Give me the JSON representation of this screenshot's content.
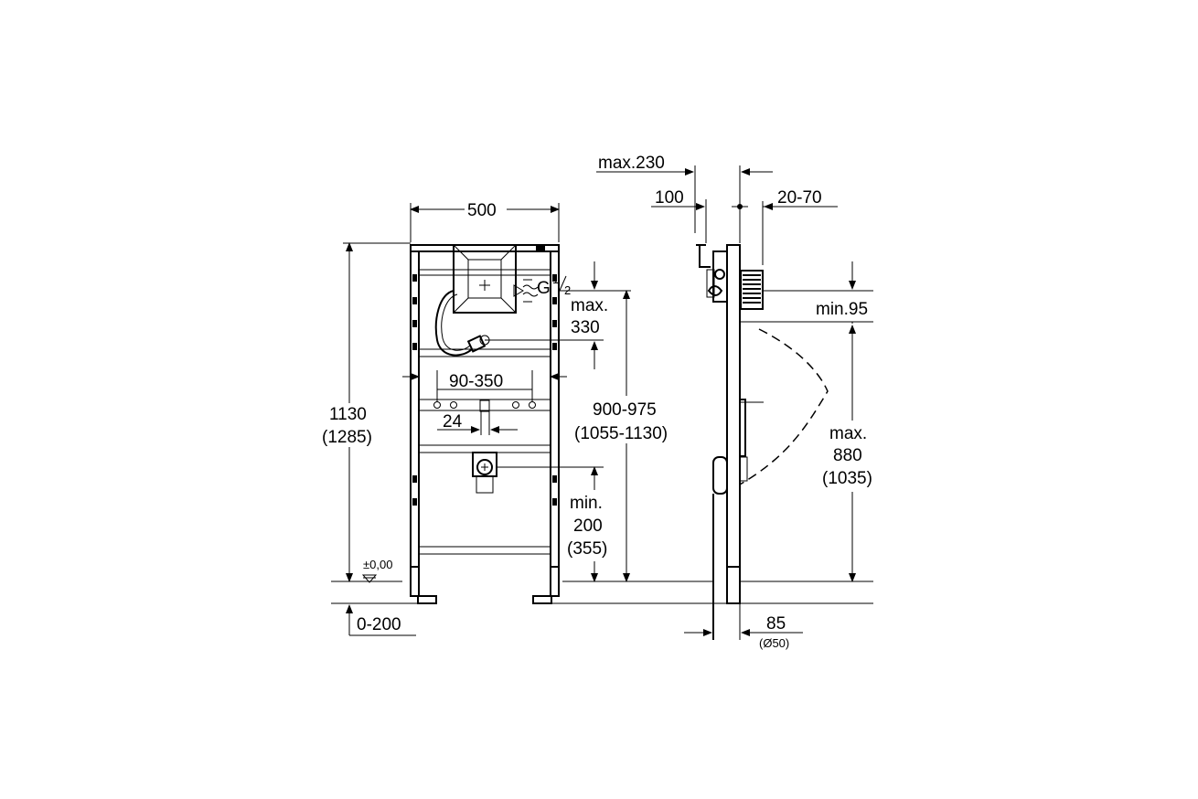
{
  "front_view": {
    "width": "500",
    "height_main": "1130",
    "height_alt": "(1285)",
    "zero_level": "±0,00",
    "floor_adjust": "0-200",
    "inlet_thread_g": "G",
    "inlet_thread_num": "1",
    "inlet_thread_den": "2",
    "inlet_offset_line1": "max.",
    "inlet_offset_line2": "330",
    "inlet_height_main": "900-975",
    "inlet_height_alt": "(1055-1130)",
    "bracket_spacing": "90-350",
    "bracket_offset": "24",
    "outlet_height_line1": "min.",
    "outlet_height_line2": "200",
    "outlet_height_line3": "(355)"
  },
  "side_view": {
    "depth_max": "max.230",
    "depth_100": "100",
    "depth_wall": "20-70",
    "min_95": "min.95",
    "bowl_height_line1": "max.",
    "bowl_height_line2": "880",
    "bowl_height_line3": "(1035)",
    "outlet_offset": "85",
    "outlet_diameter": "(Ø50)"
  }
}
